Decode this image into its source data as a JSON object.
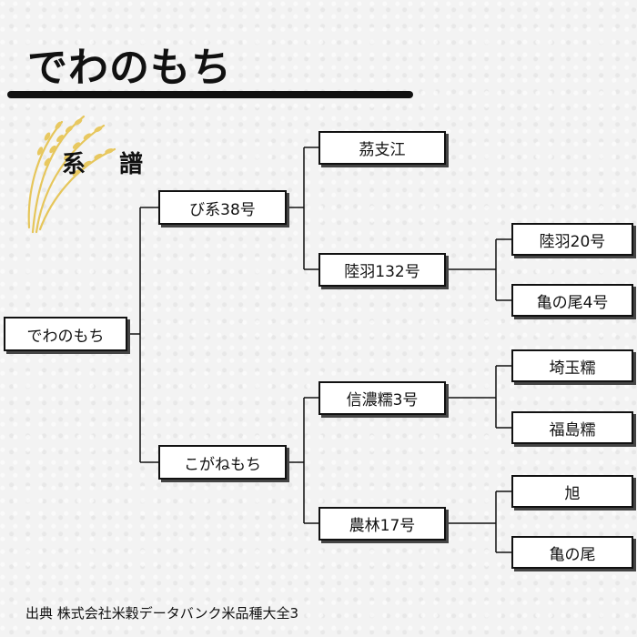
{
  "title": "でわのもち",
  "section_label": "系 譜",
  "nodes": {
    "root": "でわのもち",
    "parent_1": "び系38号",
    "parent_2": "こがねもち",
    "gp_1": "茘支江",
    "gp_2": "陸羽132号",
    "gp_3": "信濃糯3号",
    "gp_4": "農林17号",
    "ggp_1": "陸羽20号",
    "ggp_2": "亀の尾4号",
    "ggp_3": "埼玉糯",
    "ggp_4": "福島糯",
    "ggp_5": "旭",
    "ggp_6": "亀の尾"
  },
  "source": "出典  株式会社米穀データバンク米品種大全3"
}
